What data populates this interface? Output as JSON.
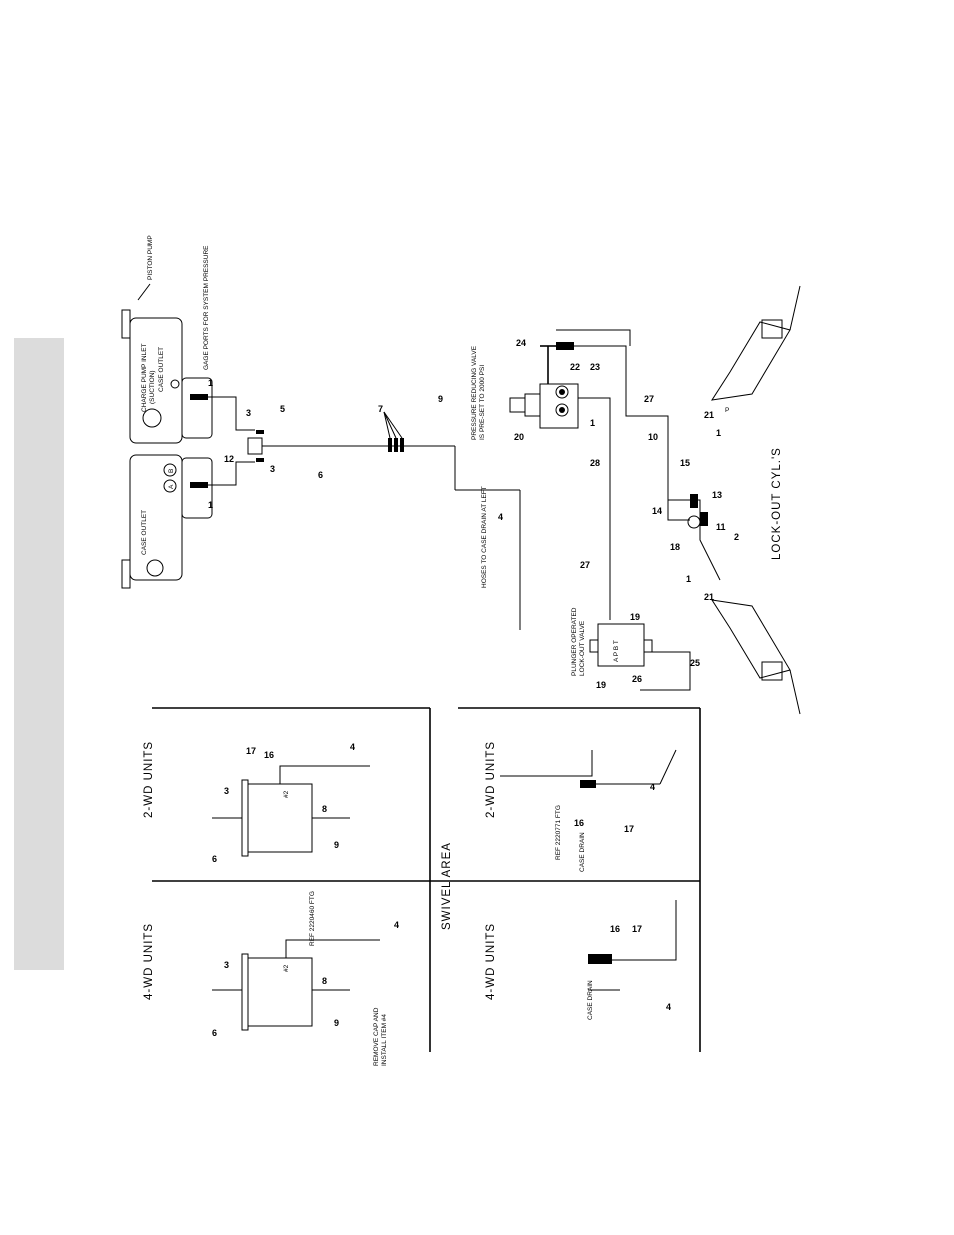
{
  "colors": {
    "ink": "#000000",
    "page": "#ffffff",
    "side_tab": "#dcdcdc"
  },
  "labels": {
    "piston_pump": "PISTON PUMP",
    "gage_ports": "GAGE PORTS FOR SYSTEM PRESSURE",
    "charge_pump_inlet": "CHARGE PUMP INLET",
    "suction": "(SUCTION)",
    "case_outlet_right": "CASE OUTLET",
    "case_outlet_left": "CASE OUTLET",
    "port_a": "A",
    "port_b": "B",
    "hoses_to_case_drain": "HOSES TO CASE DRAIN AT LEFT",
    "prv_line1": "PRESSURE REDUCING VALVE",
    "prv_line2": "IS PRE-SET TO 2000 PSI",
    "plunger_line1": "PLUNGER OPERATED",
    "plunger_line2": "LOCK-OUT VALVE",
    "lockout_cyls": "LOCK-OUT CYL.'S",
    "swivel_area": "SWIVEL AREA",
    "two_wd_top": "2-WD UNITS",
    "four_wd_top": "4-WD UNITS",
    "two_wd_bottom": "2-WD UNITS",
    "four_wd_bottom": "4-WD UNITS",
    "ref_2220460": "REF 2220460 FTG",
    "remove_cap_line1": "REMOVE CAP AND",
    "remove_cap_line2": "INSTALL ITEM #4",
    "ref_2220771": "REF 2220771 FTG",
    "case_drain_2wd": "CASE DRAIN",
    "case_drain_4wd": "CASE DRAIN",
    "port_2_a": "#2",
    "port_2_b": "#2",
    "valve_ports": "A P B T",
    "valve_p": "P"
  },
  "item_numbers": {
    "n1a": "1",
    "n1b": "1",
    "n1c": "1",
    "n1d": "1",
    "n1e": "1",
    "n2": "2",
    "n3a": "3",
    "n3b": "3",
    "n3c": "3",
    "n3d": "3",
    "n4a": "4",
    "n4b": "4",
    "n4c": "4",
    "n4d": "4",
    "n4e": "4",
    "n5": "5",
    "n6a": "6",
    "n6b": "6",
    "n6c": "6",
    "n7": "7",
    "n8a": "8",
    "n8b": "8",
    "n9a": "9",
    "n9b": "9",
    "n9c": "9",
    "n10": "10",
    "n11": "11",
    "n12": "12",
    "n13": "13",
    "n14": "14",
    "n15": "15",
    "n16a": "16",
    "n16b": "16",
    "n16c": "16",
    "n17a": "17",
    "n17b": "17",
    "n17c": "17",
    "n18": "18",
    "n19a": "19",
    "n19b": "19",
    "n20": "20",
    "n21a": "21",
    "n21b": "21",
    "n22": "22",
    "n23": "23",
    "n24": "24",
    "n25": "25",
    "n26": "26",
    "n27a": "27",
    "n27b": "27",
    "n28": "28"
  }
}
